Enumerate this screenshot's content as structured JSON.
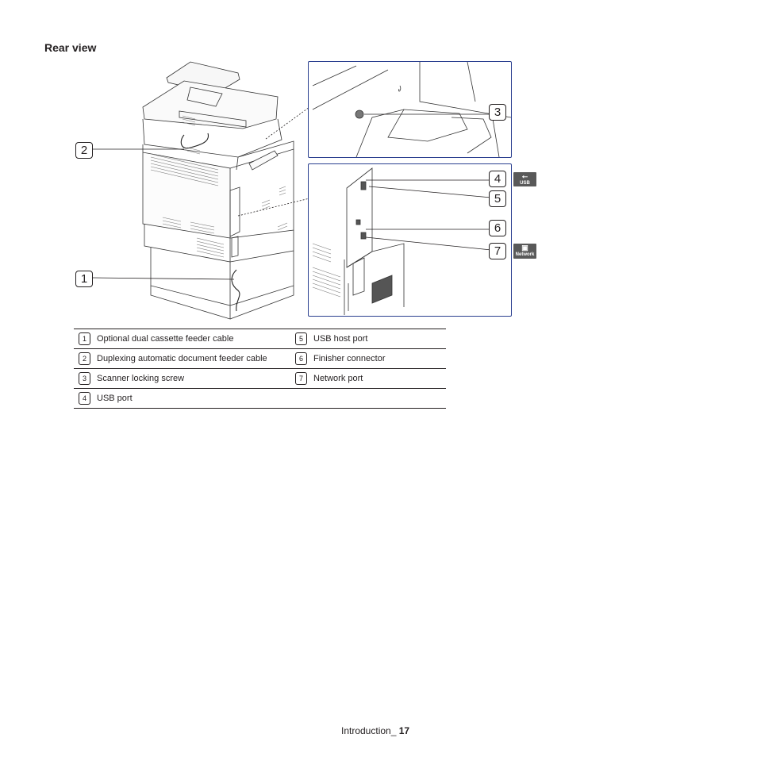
{
  "section": {
    "title": "Rear view"
  },
  "callouts": [
    "1",
    "2",
    "3",
    "4",
    "5",
    "6",
    "7"
  ],
  "badges": {
    "usb": "USB",
    "network": "Network"
  },
  "legend": {
    "rows": [
      [
        {
          "num": "1",
          "label": "Optional dual cassette feeder cable"
        },
        {
          "num": "5",
          "label": "USB host port"
        }
      ],
      [
        {
          "num": "2",
          "label": "Duplexing automatic document feeder cable"
        },
        {
          "num": "6",
          "label": "Finisher connector"
        }
      ],
      [
        {
          "num": "3",
          "label": "Scanner locking screw"
        },
        {
          "num": "7",
          "label": "Network port"
        }
      ],
      [
        {
          "num": "4",
          "label": "USB port"
        },
        {
          "num": "",
          "label": ""
        }
      ]
    ]
  },
  "footer": {
    "section": "Introduction_",
    "page": "17"
  },
  "colors": {
    "inset_border": "#2a3f8f",
    "badge": "#595959",
    "text": "#231f20"
  }
}
